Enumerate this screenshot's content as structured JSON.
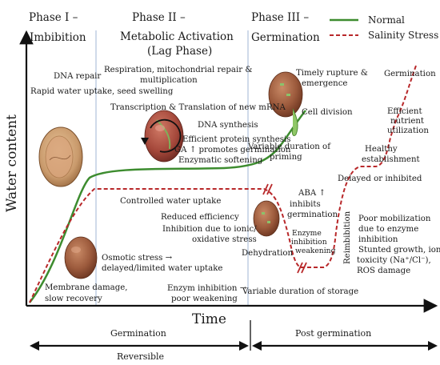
{
  "phases": {
    "p1_title": "Phase I –",
    "p1_sub": "Imbibition",
    "p2_title": "Phase II –",
    "p2_sub": "Metabolic Activation",
    "p2_sub2": "(Lag Phase)",
    "p3_title": "Phase III –",
    "p3_sub": "Germination"
  },
  "legend": {
    "normal": "Normal",
    "stress": "Salinity Stress",
    "normal_color": "#3d8c2f",
    "stress_color": "#b8282a"
  },
  "axes": {
    "y": "Water content",
    "x": "Time"
  },
  "annotations": {
    "dna_repair": "DNA repair",
    "rapid_uptake": "Rapid water uptake, seed swelling",
    "respiration_1": "Respiration, mitochondrial repair &",
    "respiration_2": "multiplication",
    "transcription": "Transcription & Translation of new mRNA",
    "dna_synthesis": "DNA synthesis",
    "protein_synthesis": "Efficient protein synthesis",
    "ga": "GA ↑ promotes germination",
    "softening": "Enzymatic softening",
    "timely_1": "Timely rupture &",
    "timely_2": "emergence",
    "cell_division": "Cell division",
    "germination_right": "Germination",
    "efficient_1": "Efficient",
    "efficient_2": "nutrient",
    "efficient_3": "utilization",
    "healthy_1": "Healthy",
    "healthy_2": "establishment",
    "variable_priming_1": "Variable duration of",
    "variable_priming_2": "priming",
    "delayed": "Delayed or inhibited",
    "controlled": "Controlled water uptake",
    "aba_1": "ABA ↑",
    "aba_2": "inhibits",
    "aba_3": "germination",
    "reduced": "Reduced efficiency",
    "inhibition_1": "Inhibition due to ionic/",
    "inhibition_2": "oxidative stress",
    "enzyme_1": "Enzyme",
    "enzyme_2": "inhibition",
    "enzyme_3": "- weakening",
    "reimbibition": "Reimbibition",
    "poor_1": "Poor mobilization",
    "poor_2": "due to enzyme",
    "poor_3": "inhibition",
    "stunted_1": "Stunted growth, ion",
    "stunted_2": "toxicity (Na⁺/Cl⁻),",
    "stunted_3": "ROS damage",
    "osmotic_1": "Osmotic stress →",
    "osmotic_2": "delayed/limited water uptake",
    "dehydration": "Dehydration",
    "membrane_1": "Membrane damage,",
    "membrane_2": "slow recovery",
    "enzym_inhib_1": "Enzym inhibition →",
    "enzym_inhib_2": "poor weakening",
    "variable_storage": "Variable duration of storage"
  },
  "bottom": {
    "germination": "Germination",
    "post_germination": "Post germination",
    "reversible": "Reversible"
  }
}
